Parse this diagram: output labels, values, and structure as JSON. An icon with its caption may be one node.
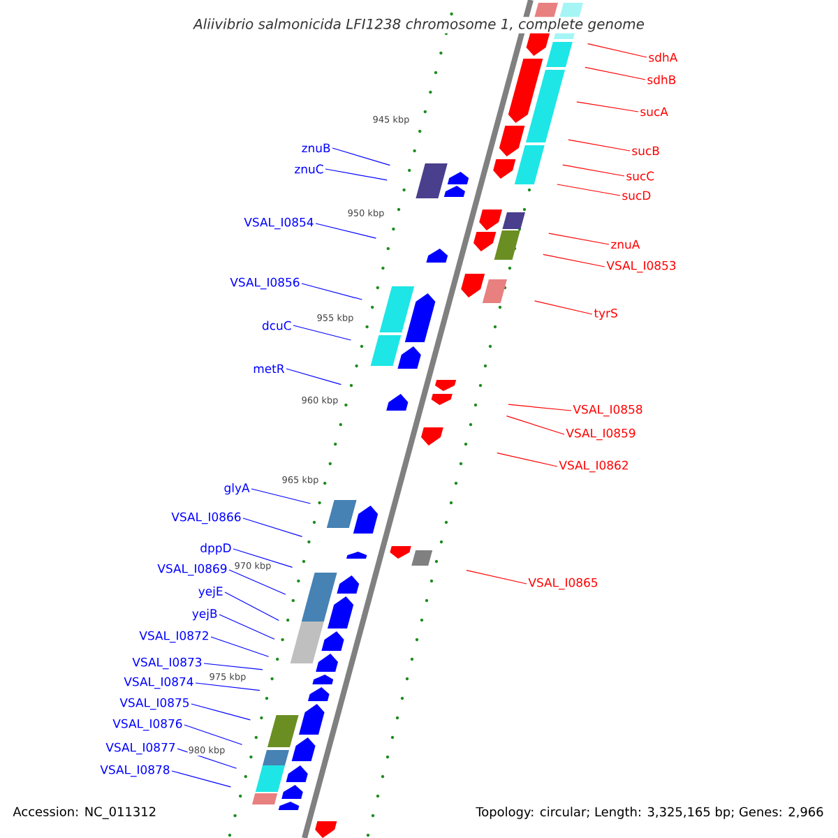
{
  "diagram": {
    "title": "Aliivibrio salmonicida LFI1238 chromosome 1, complete genome",
    "nodes": [
      {
        "text": [
          "znuB"
        ]
      },
      {
        "text": [
          "znuC"
        ]
      },
      {
        "text": [
          "VSAL_I0854"
        ]
      },
      {
        "text": [
          "VSAL_I0856"
        ]
      },
      {
        "text": [
          "dcuC"
        ]
      },
      {
        "text": [
          "metR"
        ]
      },
      {
        "text": [
          "glyA"
        ]
      },
      {
        "text": [
          "VSAL_I0866"
        ]
      },
      {
        "text": [
          "dppD"
        ]
      },
      {
        "text": [
          "VSAL_I0869"
        ]
      },
      {
        "text": [
          "yejE"
        ]
      },
      {
        "text": [
          "yejB"
        ]
      },
      {
        "text": [
          "VSAL_I0872"
        ]
      },
      {
        "text": [
          "VSAL_I0873"
        ]
      },
      {
        "text": [
          "VSAL_I0874"
        ]
      },
      {
        "text": [
          "VSAL_I0875"
        ]
      },
      {
        "text": [
          "VSAL_I0876"
        ]
      },
      {
        "text": [
          "VSAL_I0877"
        ]
      },
      {
        "text": [
          "VSAL_I0878"
        ]
      },
      {
        "text": [
          "sdhA"
        ]
      },
      {
        "text": [
          "sdhB"
        ]
      },
      {
        "text": [
          "sucA"
        ]
      },
      {
        "text": [
          "sucB"
        ]
      },
      {
        "text": [
          "sucC"
        ]
      },
      {
        "text": [
          "sucD"
        ]
      },
      {
        "text": [
          "znuA"
        ]
      },
      {
        "text": [
          "VSAL_I0853"
        ]
      },
      {
        "text": [
          "tyrS"
        ]
      },
      {
        "text": [
          "VSAL_I0858"
        ]
      },
      {
        "text": [
          "VSAL_I0859"
        ]
      },
      {
        "text": [
          "VSAL_I0862"
        ]
      },
      {
        "text": [
          "VSAL_I0865"
        ]
      }
    ],
    "edges": [
      {
        "from": 0,
        "to": null,
        "arrow": "none"
      },
      {
        "from": 1,
        "to": null,
        "arrow": "none"
      },
      {
        "from": 2,
        "to": null,
        "arrow": "none"
      },
      {
        "from": 3,
        "to": null,
        "arrow": "none"
      },
      {
        "from": 4,
        "to": null,
        "arrow": "none"
      },
      {
        "from": 5,
        "to": null,
        "arrow": "none"
      },
      {
        "from": 6,
        "to": null,
        "arrow": "none"
      },
      {
        "from": 7,
        "to": null,
        "arrow": "none"
      },
      {
        "from": 8,
        "to": null,
        "arrow": "none"
      },
      {
        "from": 9,
        "to": null,
        "arrow": "none"
      },
      {
        "from": 10,
        "to": null,
        "arrow": "none"
      },
      {
        "from": 11,
        "to": null,
        "arrow": "none"
      },
      {
        "from": 12,
        "to": null,
        "arrow": "none"
      },
      {
        "from": 13,
        "to": null,
        "arrow": "none"
      },
      {
        "from": 14,
        "to": null,
        "arrow": "none"
      },
      {
        "from": 15,
        "to": null,
        "arrow": "none"
      },
      {
        "from": 16,
        "to": null,
        "arrow": "none"
      },
      {
        "from": 17,
        "to": null,
        "arrow": "none"
      },
      {
        "from": 18,
        "to": null,
        "arrow": "none"
      },
      {
        "from": 19,
        "to": null,
        "arrow": "none",
        "color": "#ff0000"
      },
      {
        "from": 20,
        "to": null,
        "arrow": "none",
        "color": "#ff0000"
      },
      {
        "from": 21,
        "to": null,
        "arrow": "none",
        "color": "#ff0000"
      },
      {
        "from": 22,
        "to": null,
        "arrow": "none",
        "color": "#ff0000"
      },
      {
        "from": 23,
        "to": null,
        "arrow": "none",
        "color": "#ff0000"
      },
      {
        "from": 24,
        "to": null,
        "arrow": "none",
        "color": "#ff0000"
      },
      {
        "from": 25,
        "to": null,
        "arrow": "none",
        "color": "#ff0000"
      },
      {
        "from": 26,
        "to": null,
        "arrow": "none",
        "color": "#ff0000"
      },
      {
        "from": 27,
        "to": null,
        "arrow": "none",
        "color": "#ff0000"
      },
      {
        "from": 28,
        "to": null,
        "arrow": "none",
        "color": "#ff0000"
      },
      {
        "from": 29,
        "to": null,
        "arrow": "none",
        "color": "#ff0000"
      },
      {
        "from": 30,
        "to": null,
        "arrow": "none",
        "color": "#ff0000"
      },
      {
        "from": 31,
        "to": null,
        "arrow": "none",
        "color": "#ff0000"
      }
    ],
    "labels": [
      "945 kbp",
      "950 kbp",
      "955 kbp",
      "960 kbp",
      "965 kbp",
      "970 kbp",
      "975 kbp",
      "980 kbp",
      "Accession: NC_011312",
      "Topology: circular; Length: 3,325,165 bp; Genes: 2,966"
    ]
  }
}
